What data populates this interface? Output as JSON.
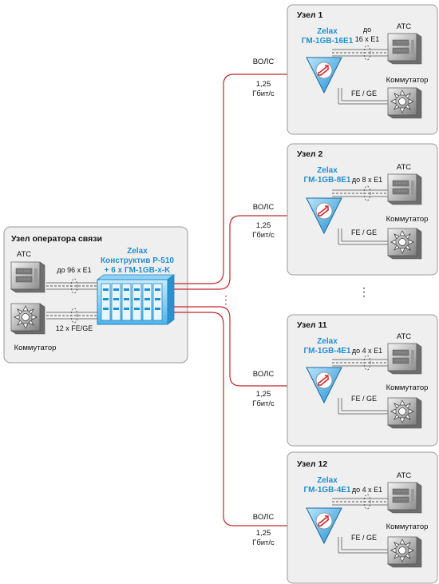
{
  "operator": {
    "title": "Узел оператора связи",
    "zelax": "Zelax",
    "line1": "Конструктив Р-510",
    "line2": "+ 6 x ГМ-1GB-x-K",
    "ats_label": "АТС",
    "switch_label": "Коммутатор",
    "e1_label": "до 96 x E1",
    "fe_label": "12 x FE/GE"
  },
  "nodes": [
    {
      "title": "Узел 1",
      "model": "ГМ-1GB-16E1",
      "e1_pre": "до",
      "e1": "16 x E1"
    },
    {
      "title": "Узел 2",
      "model": "ГМ-1GB-8E1",
      "e1_pre": "",
      "e1": "до 8 x E1"
    },
    {
      "title": "Узел 11",
      "model": "ГМ-1GB-4E1",
      "e1_pre": "",
      "e1": "до 4 x E1"
    },
    {
      "title": "Узел 12",
      "model": "ГМ-1GB-4E1",
      "e1_pre": "",
      "e1": "до 4 x E1"
    }
  ],
  "node_common": {
    "zelax": "Zelax",
    "ats": "АТС",
    "switch": "Коммутатор",
    "fe": "FE / GE"
  },
  "link": {
    "vols": "ВОЛС",
    "speed1": "1,25",
    "speed2": "Гбит/с"
  },
  "ellipsis": "⋮"
}
